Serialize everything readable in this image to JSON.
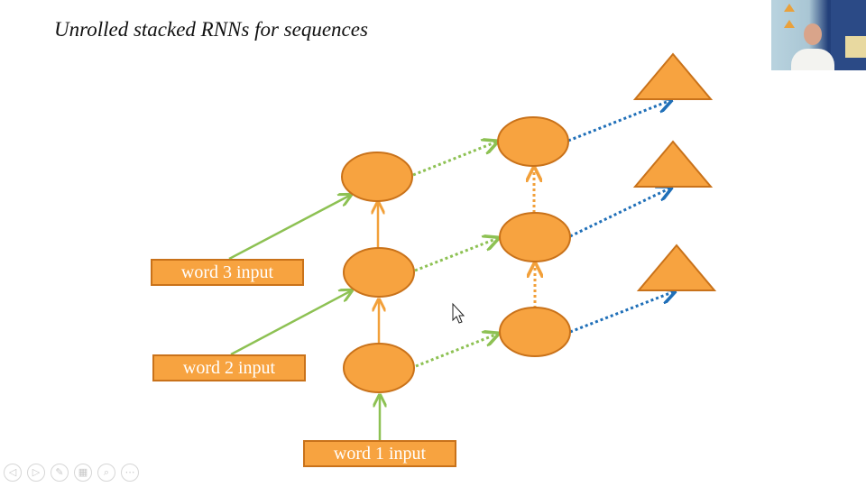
{
  "slide": {
    "title": "Unrolled stacked RNNs for sequences"
  },
  "inputs": [
    {
      "id": "word3",
      "label": "word 3 input"
    },
    {
      "id": "word2",
      "label": "word 2 input"
    },
    {
      "id": "word1",
      "label": "word 1 input"
    }
  ],
  "colors": {
    "node_fill": "#f7a340",
    "node_stroke": "#c9721a",
    "input_arrow": "#8dc153",
    "recurrent_arrow": "#8dc153",
    "vertical_arrow": "#f2a03a",
    "output_arrow": "#1f6fb8"
  },
  "toolbar": {
    "icons": [
      "previous-icon",
      "next-icon",
      "pen-icon",
      "slides-grid-icon",
      "zoom-icon",
      "more-options-icon"
    ]
  }
}
